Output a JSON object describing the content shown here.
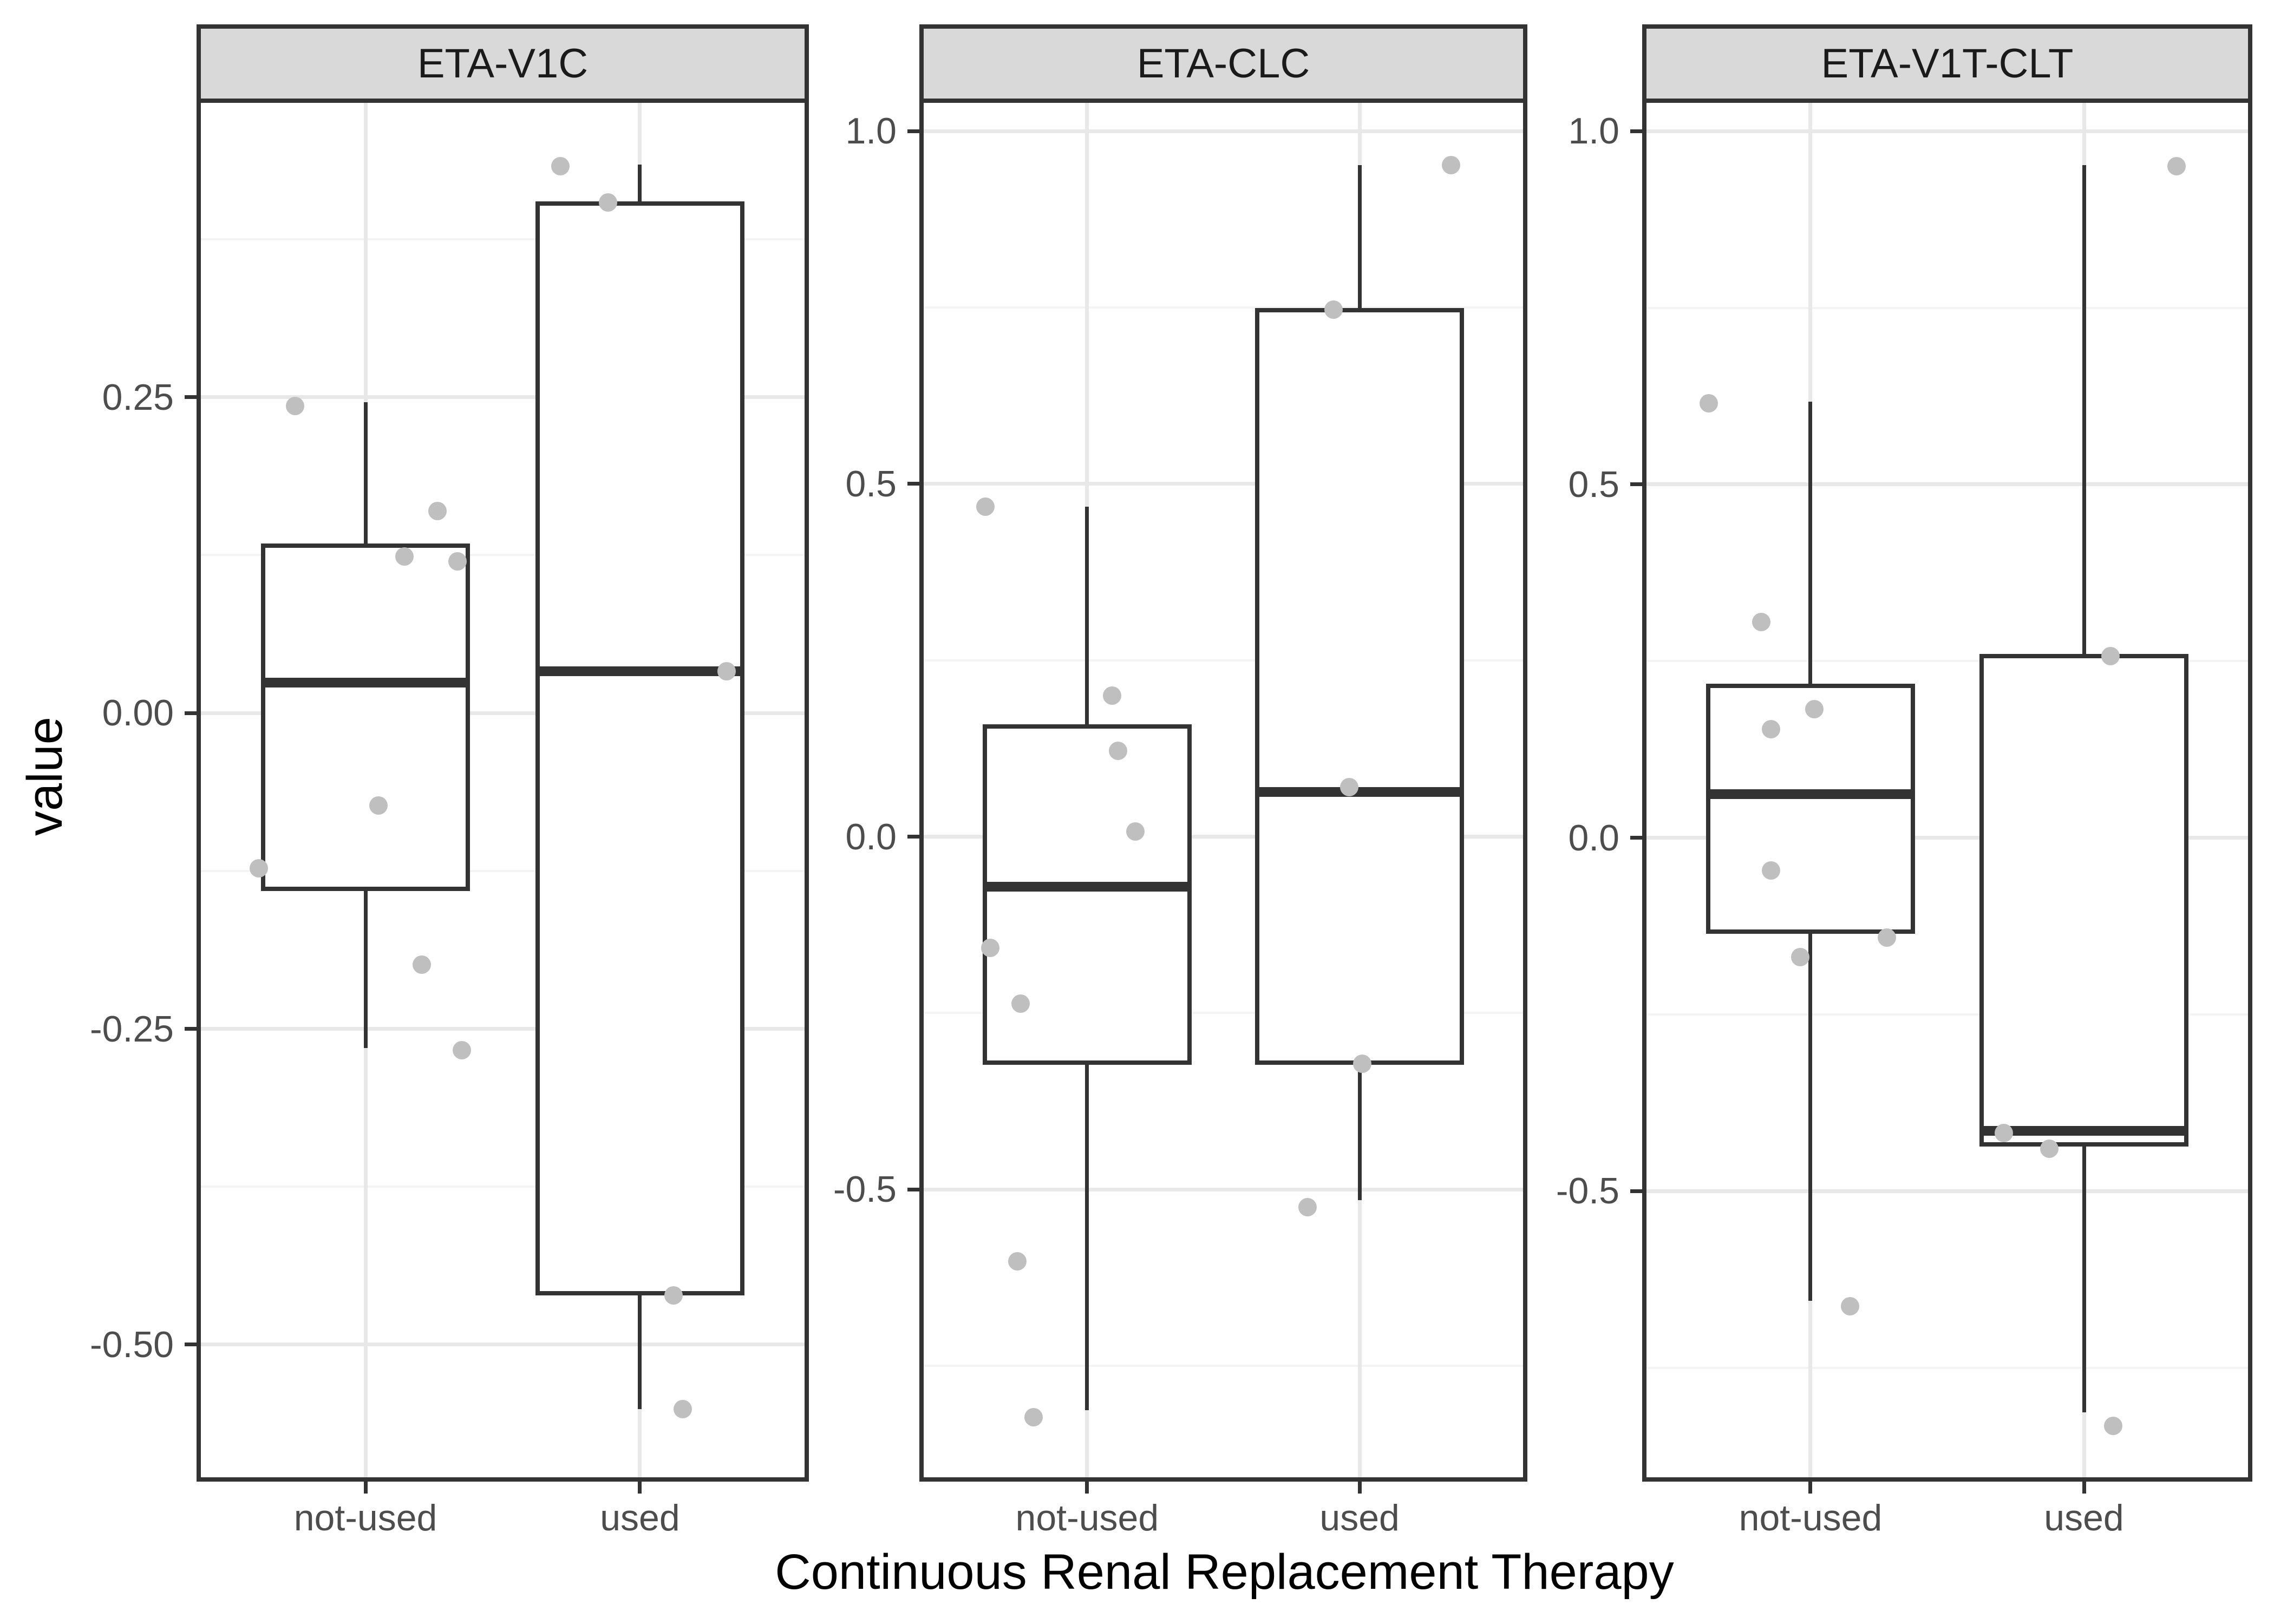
{
  "figure": {
    "y_axis_title": "value",
    "x_axis_title": "Continuous Renal Replacement Therapy",
    "x_categories": [
      "not-used",
      "used"
    ],
    "colors": {
      "line": "#333333",
      "grid_major": "#e8e8e8",
      "grid_minor": "#f4f4f4",
      "strip_fill": "#d9d9d9",
      "point": "#bfbfbf",
      "tick_text": "#4d4d4d",
      "title_text": "#000000"
    }
  },
  "chart_data": {
    "type": "boxplot",
    "title": "",
    "xlabel": "Continuous Renal Replacement Therapy",
    "ylabel": "value",
    "legend": "none",
    "grid": "on",
    "facets": [
      {
        "label": "ETA-V1C",
        "y_domain": [
          -0.605,
          0.483
        ],
        "y_ticks": [
          {
            "value": 0.25,
            "label": "0.25"
          },
          {
            "value": 0.0,
            "label": "0.00"
          },
          {
            "value": -0.25,
            "label": "-0.25"
          },
          {
            "value": -0.5,
            "label": "-0.50"
          }
        ],
        "groups": [
          {
            "category": "not-used",
            "box": {
              "whisker_low": -0.265,
              "q1": -0.141,
              "median": 0.024,
              "q3": 0.134,
              "whisker_high": 0.246
            },
            "points": [
              {
                "dx": -130,
                "value": 0.243
              },
              {
                "dx": 133,
                "value": 0.16
              },
              {
                "dx": 72,
                "value": 0.124
              },
              {
                "dx": 170,
                "value": 0.12
              },
              {
                "dx": 24,
                "value": -0.073
              },
              {
                "dx": -197,
                "value": -0.123
              },
              {
                "dx": 104,
                "value": -0.199
              },
              {
                "dx": 178,
                "value": -0.267
              }
            ]
          },
          {
            "category": "used",
            "box": {
              "whisker_low": -0.551,
              "q1": -0.461,
              "median": 0.033,
              "q3": 0.405,
              "whisker_high": 0.434
            },
            "points": [
              {
                "dx": -147,
                "value": 0.433
              },
              {
                "dx": -59,
                "value": 0.404
              },
              {
                "dx": 160,
                "value": 0.033
              },
              {
                "dx": 62,
                "value": -0.461
              },
              {
                "dx": 79,
                "value": -0.551
              }
            ]
          }
        ]
      },
      {
        "label": "ETA-CLC",
        "y_domain": [
          -0.908,
          1.04
        ],
        "y_ticks": [
          {
            "value": 1.0,
            "label": "1.0"
          },
          {
            "value": 0.5,
            "label": "0.5"
          },
          {
            "value": 0.0,
            "label": "0.0"
          },
          {
            "value": -0.5,
            "label": "-0.5"
          }
        ],
        "groups": [
          {
            "category": "not-used",
            "box": {
              "whisker_low": -0.813,
              "q1": -0.323,
              "median": -0.071,
              "q3": 0.159,
              "whisker_high": 0.468
            },
            "points": [
              {
                "dx": -188,
                "value": 0.468
              },
              {
                "dx": 46,
                "value": 0.2
              },
              {
                "dx": 57,
                "value": 0.122
              },
              {
                "dx": 89,
                "value": 0.007
              },
              {
                "dx": -179,
                "value": -0.158
              },
              {
                "dx": -123,
                "value": -0.237
              },
              {
                "dx": -129,
                "value": -0.602
              },
              {
                "dx": -99,
                "value": -0.823
              }
            ]
          },
          {
            "category": "used",
            "box": {
              "whisker_low": -0.515,
              "q1": -0.323,
              "median": 0.063,
              "q3": 0.749,
              "whisker_high": 0.952
            },
            "points": [
              {
                "dx": 169,
                "value": 0.952
              },
              {
                "dx": -48,
                "value": 0.747
              },
              {
                "dx": -19,
                "value": 0.07
              },
              {
                "dx": 5,
                "value": -0.322
              },
              {
                "dx": -96,
                "value": -0.525
              }
            ]
          }
        ]
      },
      {
        "label": "ETA-V1T-CLT",
        "y_domain": [
          -0.905,
          1.04
        ],
        "y_ticks": [
          {
            "value": 1.0,
            "label": "1.0"
          },
          {
            "value": 0.5,
            "label": "0.5"
          },
          {
            "value": 0.0,
            "label": "0.0"
          },
          {
            "value": -0.5,
            "label": "-0.5"
          }
        ],
        "groups": [
          {
            "category": "not-used",
            "box": {
              "whisker_low": -0.655,
              "q1": -0.136,
              "median": 0.062,
              "q3": 0.218,
              "whisker_high": 0.617
            },
            "points": [
              {
                "dx": -188,
                "value": 0.615
              },
              {
                "dx": -91,
                "value": 0.305
              },
              {
                "dx": 7,
                "value": 0.182
              },
              {
                "dx": -73,
                "value": 0.154
              },
              {
                "dx": -73,
                "value": -0.046
              },
              {
                "dx": 141,
                "value": -0.141
              },
              {
                "dx": -19,
                "value": -0.169
              },
              {
                "dx": 73,
                "value": -0.663
              }
            ]
          },
          {
            "category": "used",
            "box": {
              "whisker_low": -0.813,
              "q1": -0.437,
              "median": -0.415,
              "q3": 0.26,
              "whisker_high": 0.952
            },
            "points": [
              {
                "dx": 171,
                "value": 0.95
              },
              {
                "dx": 49,
                "value": 0.257
              },
              {
                "dx": -148,
                "value": -0.418
              },
              {
                "dx": -64,
                "value": -0.44
              },
              {
                "dx": 54,
                "value": -0.832
              }
            ]
          }
        ]
      }
    ]
  }
}
